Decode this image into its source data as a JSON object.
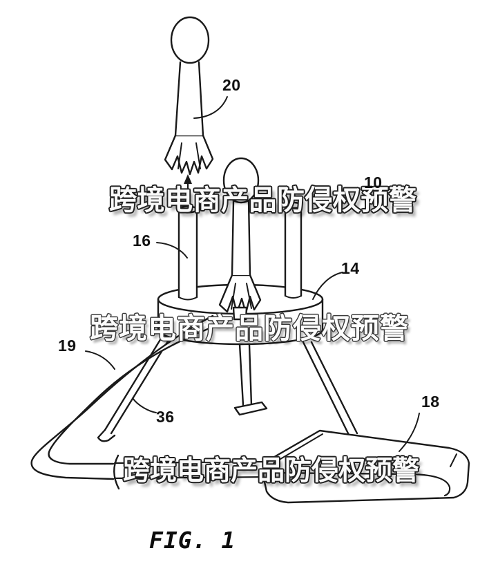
{
  "figure": {
    "caption": "FIG. 1",
    "watermark": {
      "text": "跨境电商产品防侵权预警"
    },
    "labels": {
      "projectile": "20",
      "assembly": "10",
      "launch_tube": "16",
      "platform": "14",
      "hose": "19",
      "leg": "36",
      "pump": "18"
    }
  }
}
